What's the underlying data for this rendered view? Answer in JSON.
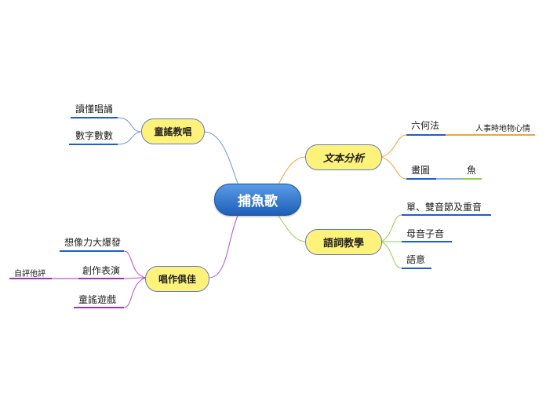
{
  "central": "捕魚歌",
  "branches": {
    "text_analysis": {
      "label": "文本分析",
      "liuhe": "六何法",
      "liuhe_detail": "人事時地物心情",
      "drawing": "畫圖",
      "fish": "魚"
    },
    "word_teaching": {
      "label": "語詞教學",
      "sounds": "單、雙音節及重音",
      "vowels": "母音子音",
      "meaning": "語意"
    },
    "rhyme_singing": {
      "label": "童謠教唱",
      "reading": "讀懂唱誦",
      "counting": "數字數數"
    },
    "creation": {
      "label": "唱作俱佳",
      "imagination": "想像力大爆發",
      "performance": "創作表演",
      "evaluation": "自評他評",
      "games": "童謠遊戲"
    }
  },
  "colors": {
    "central_fill": "#2f72cc",
    "main_fill": "#fff27a",
    "orange": "#f0a43a",
    "green": "#8fd14f",
    "blue": "#1a5fcc",
    "purple": "#a030c8"
  }
}
